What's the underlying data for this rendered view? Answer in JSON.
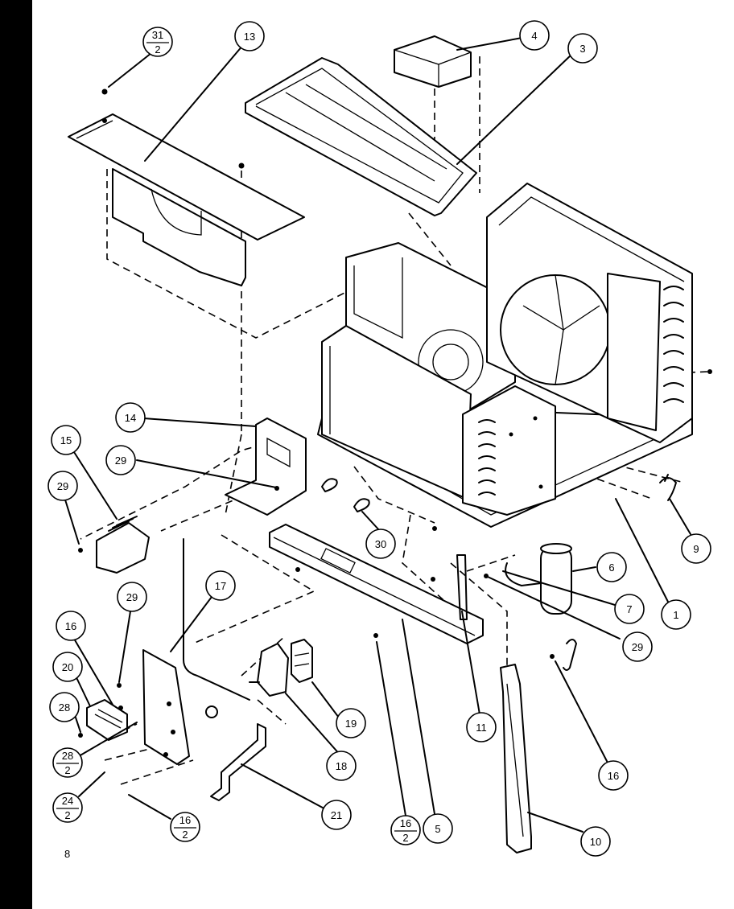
{
  "figure_label": "8",
  "callouts": {
    "c31_2": {
      "top": "31",
      "bottom": "2"
    },
    "c13": "13",
    "c4": "4",
    "c3": "3",
    "c14": "14",
    "c15": "15",
    "c29a": "29",
    "c29b": "29",
    "c29c": "29",
    "c29d": "29",
    "c30": "30",
    "c9": "9",
    "c6": "6",
    "c7": "7",
    "c1": "1",
    "c17": "17",
    "c16a": "16",
    "c20": "20",
    "c28": "28",
    "c28_2": {
      "top": "28",
      "bottom": "2"
    },
    "c24_2": {
      "top": "24",
      "bottom": "2"
    },
    "c16_2a": {
      "top": "16",
      "bottom": "2"
    },
    "c21": "21",
    "c18": "18",
    "c19": "19",
    "c16_2b": {
      "top": "16",
      "bottom": "2"
    },
    "c5": "5",
    "c11": "11",
    "c10": "10",
    "c16b": "16"
  }
}
